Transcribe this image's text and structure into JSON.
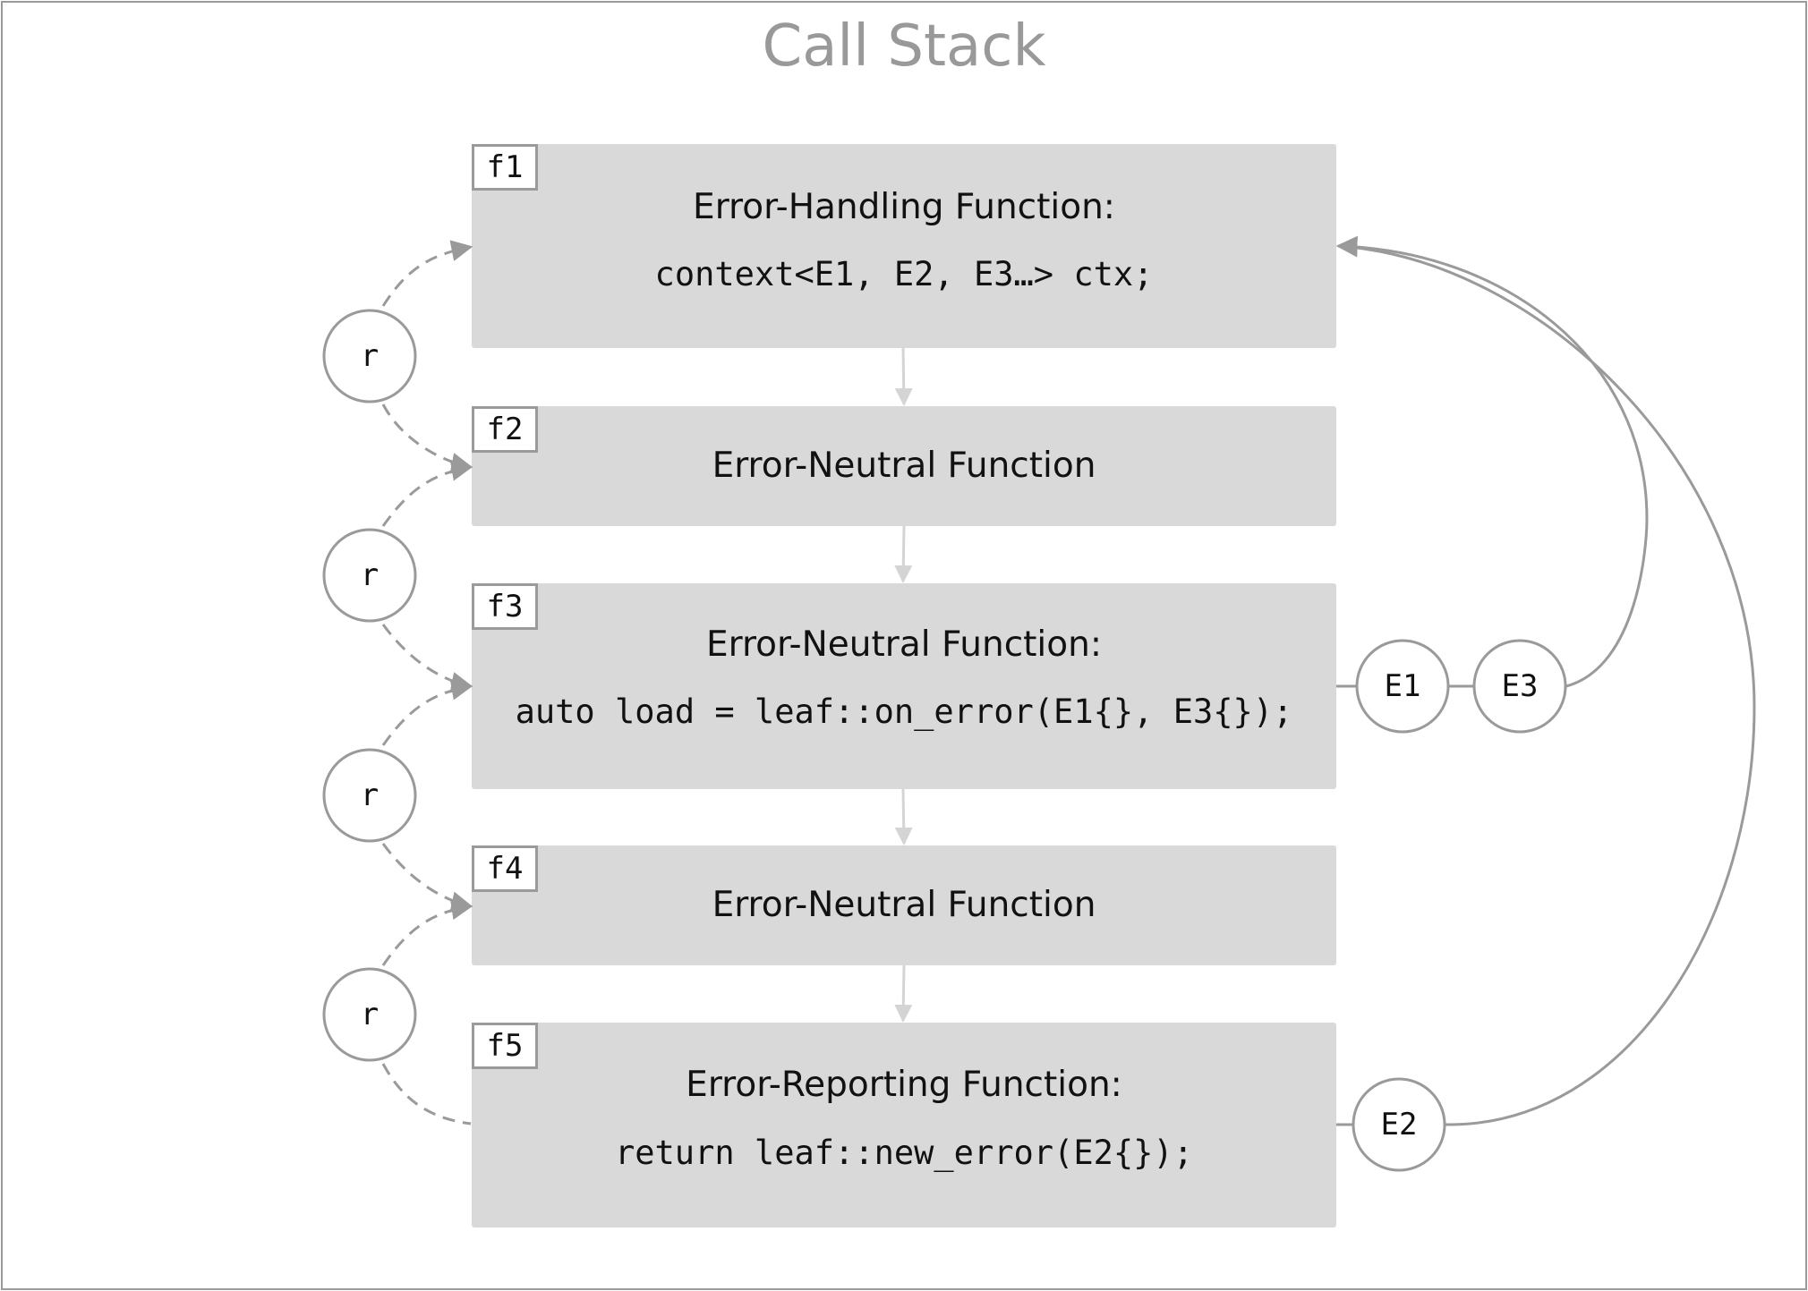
{
  "diagram": {
    "title": "Call Stack",
    "frames": [
      {
        "tag": "f1",
        "heading": "Error-Handling Function:",
        "code": "context<E1, E2, E3…> ctx;"
      },
      {
        "tag": "f2",
        "heading": "Error-Neutral Function",
        "code": ""
      },
      {
        "tag": "f3",
        "heading": "Error-Neutral Function:",
        "code": "auto load = leaf::on_error(E1{}, E3{});"
      },
      {
        "tag": "f4",
        "heading": "Error-Neutral Function",
        "code": ""
      },
      {
        "tag": "f5",
        "heading": "Error-Reporting Function:",
        "code": "return leaf::new_error(E2{});"
      }
    ],
    "return_nodes": [
      "r",
      "r",
      "r",
      "r"
    ],
    "error_objects": [
      "E1",
      "E3",
      "E2"
    ],
    "colors": {
      "box_fill": "#d9d9d9",
      "stroke": "#9a9a9a",
      "call_arrow": "#d4d4d4",
      "title": "#999999"
    }
  }
}
